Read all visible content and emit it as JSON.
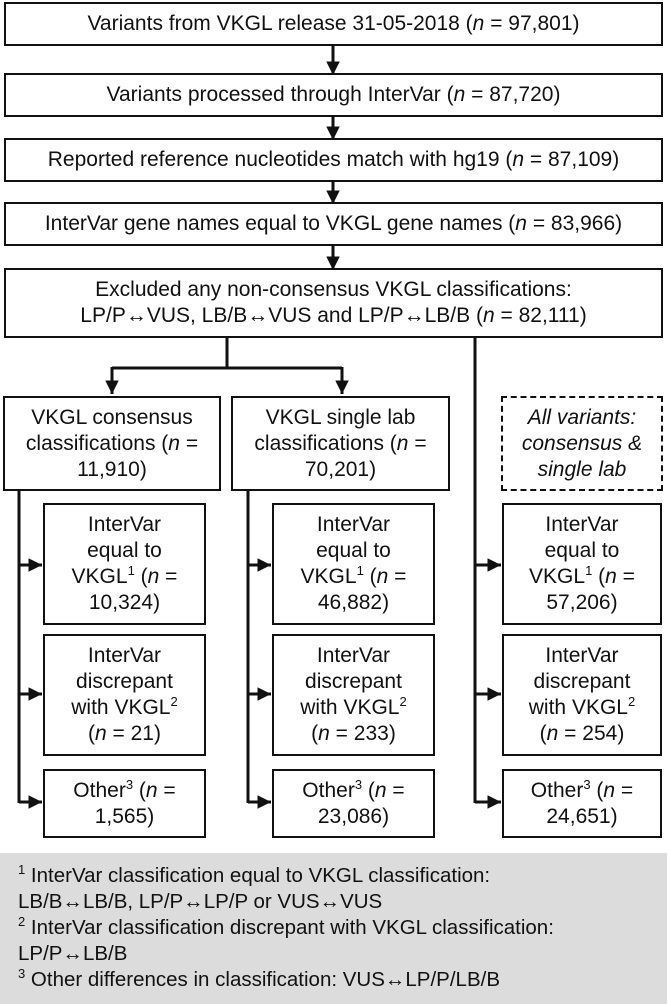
{
  "diagram": {
    "steps": [
      {
        "pre": "Variants from VKGL release 31-05-2018 (",
        "n": "n",
        "post": " = 97,801)"
      },
      {
        "pre": "Variants processed through InterVar (",
        "n": "n",
        "post": " = 87,720)"
      },
      {
        "pre": "Reported reference nucleotides match with hg19  (",
        "n": "n",
        "post": " = 87,109)"
      },
      {
        "pre": "InterVar gene names equal to VKGL gene names (",
        "n": "n",
        "post": " = 83,966)"
      }
    ],
    "exclusion": {
      "line1": "Excluded any non-consensus VKGL classifications:",
      "line2_pre": "LP/P↔VUS, LB/B↔VUS and LP/P↔LB/B (",
      "n": "n",
      "line2_post": " = 82,111)"
    },
    "groups": [
      {
        "header": {
          "pre": "VKGL consensus\nclassifications (",
          "n": "n",
          "post": " =\n11,910)"
        },
        "equal": {
          "pre": "InterVar\nequal to\nVKGL",
          "sup": "1",
          "mid": " (",
          "n": "n",
          "post": " =\n10,324)"
        },
        "discrepant": {
          "pre": "InterVar\ndiscrepant\nwith VKGL",
          "sup": "2",
          "mid": "\n(",
          "n": "n",
          "post": " = 21)"
        },
        "other": {
          "pre": "Other",
          "sup": "3",
          "mid": " (",
          "n": "n",
          "post": " =\n1,565)"
        }
      },
      {
        "header": {
          "pre": "VKGL single lab\nclassifications (",
          "n": "n",
          "post": " =\n70,201)"
        },
        "equal": {
          "pre": "InterVar\nequal to\nVKGL",
          "sup": "1",
          "mid": " (",
          "n": "n",
          "post": " =\n46,882)"
        },
        "discrepant": {
          "pre": "InterVar\ndiscrepant\nwith VKGL",
          "sup": "2",
          "mid": "\n(",
          "n": "n",
          "post": " = 233)"
        },
        "other": {
          "pre": "Other",
          "sup": "3",
          "mid": " (",
          "n": "n",
          "post": " =\n23,086)"
        }
      },
      {
        "header": {
          "text": "All variants:\nconsensus &\nsingle lab"
        },
        "equal": {
          "pre": "InterVar\nequal to\nVKGL",
          "sup": "1",
          "mid": " (",
          "n": "n",
          "post": " =\n57,206)"
        },
        "discrepant": {
          "pre": "InterVar\ndiscrepant\nwith VKGL",
          "sup": "2",
          "mid": "\n(",
          "n": "n",
          "post": " = 254)"
        },
        "other": {
          "pre": "Other",
          "sup": "3",
          "mid": " (",
          "n": "n",
          "post": " =\n24,651)"
        }
      }
    ]
  },
  "footnotes": [
    {
      "sup": "1",
      "text": " InterVar classification equal to VKGL classification:\nLB/B↔LB/B, LP/P↔LP/P or VUS↔VUS"
    },
    {
      "sup": "2",
      "text": " InterVar classification discrepant with VKGL classification:\nLP/P↔LB/B"
    },
    {
      "sup": "3",
      "text": " Other differences in classification: VUS↔LP/P/LB/B"
    }
  ],
  "colors": {
    "line": "#111111",
    "footnote_bg": "#dcdcdc"
  }
}
